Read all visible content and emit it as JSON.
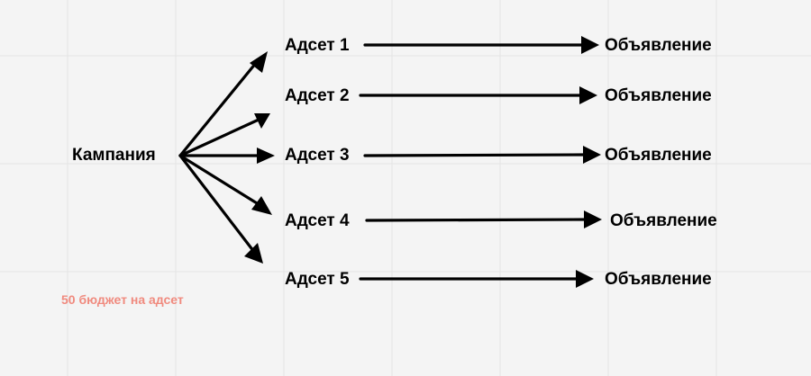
{
  "diagram": {
    "root": {
      "label": "Кампания"
    },
    "adsets": [
      {
        "label": "Адсет 1",
        "ad_label": "Объявление"
      },
      {
        "label": "Адсет 2",
        "ad_label": "Объявление"
      },
      {
        "label": "Адсет 3",
        "ad_label": "Объявление"
      },
      {
        "label": "Адсет 4",
        "ad_label": "Объявление"
      },
      {
        "label": "Адсет 5",
        "ad_label": "Объявление"
      }
    ],
    "note": {
      "text": "50 бюджет на адсет",
      "color": "#f08a7e"
    }
  },
  "colors": {
    "background": "#f4f4f4",
    "grid": "#e4e4e4",
    "arrow": "#000000",
    "text": "#000000"
  }
}
